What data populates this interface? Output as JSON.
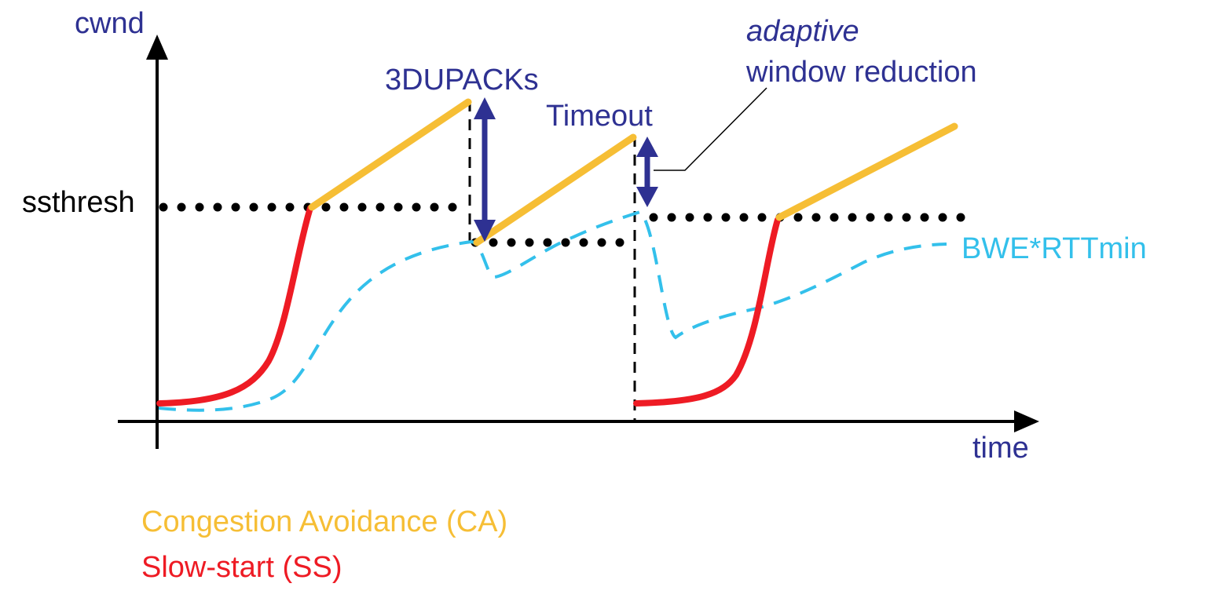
{
  "axes": {
    "y_label": "cwnd",
    "x_label": "time",
    "ssthresh_label": "ssthresh"
  },
  "annotations": {
    "dupacks": "3DUPACKs",
    "timeout": "Timeout",
    "adaptive": "adaptive",
    "window_reduction": "window reduction",
    "bwe": "BWE*RTTmin"
  },
  "legend": {
    "ca": "Congestion Avoidance (CA)",
    "ss": "Slow-start (SS)"
  },
  "colors": {
    "ca": "#f6be35",
    "ss": "#ee1b24",
    "bwe": "#33c0eb",
    "annotation": "#2e3192",
    "axis": "#000000"
  }
}
